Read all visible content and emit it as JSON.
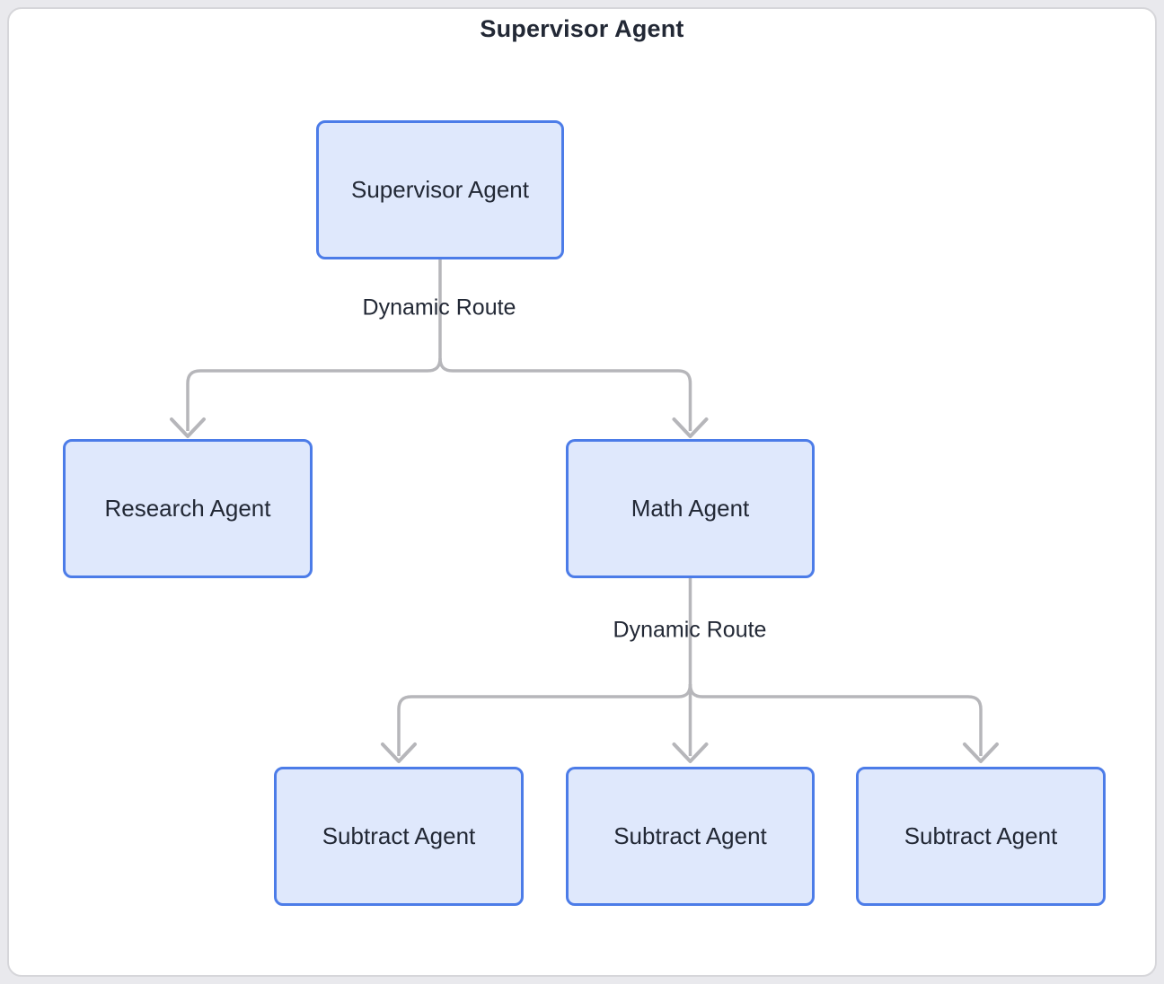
{
  "diagram": {
    "title": "Supervisor Agent"
  },
  "nodes": [
    {
      "id": "supervisor",
      "label": "Supervisor Agent"
    },
    {
      "id": "research",
      "label": "Research Agent"
    },
    {
      "id": "math",
      "label": "Math Agent"
    },
    {
      "id": "subtract-1",
      "label": "Subtract Agent"
    },
    {
      "id": "subtract-2",
      "label": "Subtract Agent"
    },
    {
      "id": "subtract-3",
      "label": "Subtract Agent"
    }
  ],
  "edges": [
    {
      "from": "supervisor",
      "to": [
        "research",
        "math"
      ],
      "label": "Dynamic Route"
    },
    {
      "from": "math",
      "to": [
        "subtract-1",
        "subtract-2",
        "subtract-3"
      ],
      "label": "Dynamic Route"
    }
  ],
  "colors": {
    "outer-bg": "#e9e9ed",
    "card-bg": "#ffffff",
    "card-border": "#d6d6da",
    "node-fill": "#dfe8fc",
    "node-border": "#4c7ce8",
    "line": "#b6b6ba",
    "text": "#222835"
  }
}
